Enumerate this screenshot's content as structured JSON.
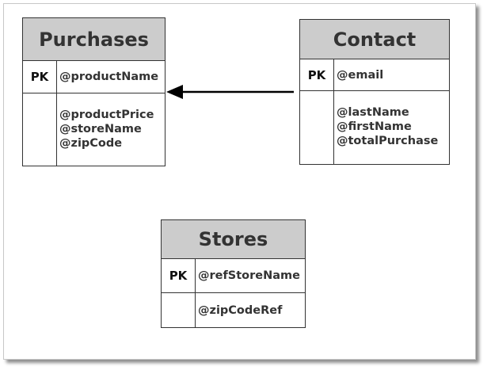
{
  "entities": {
    "purchases": {
      "title": "Purchases",
      "pk_label": "PK",
      "pk_field": "@productName",
      "fields": [
        "@productPrice",
        "@storeName",
        "@zipCode"
      ]
    },
    "contact": {
      "title": "Contact",
      "pk_label": "PK",
      "pk_field": "@email",
      "fields": [
        "@lastName",
        "@firstName",
        "@totalPurchase"
      ]
    },
    "stores": {
      "title": "Stores",
      "pk_label": "PK",
      "pk_field": "@refStoreName",
      "fields": [
        "@zipCodeRef"
      ]
    }
  },
  "relationships": [
    {
      "from": "contact",
      "to": "purchases"
    }
  ],
  "colors": {
    "header_fill": "#cccccc",
    "border": "#333333",
    "text": "#333333"
  }
}
